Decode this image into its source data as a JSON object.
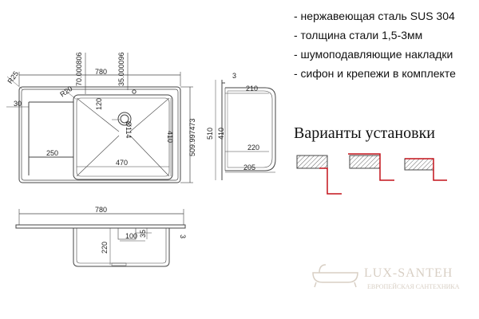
{
  "specs": [
    "- нержавеющая сталь SUS 304",
    "- толщина стали 1,5-3мм",
    "- шумоподавляющие накладки",
    "- сифон и крепежи в комплекте"
  ],
  "variants_title": "Варианты установки",
  "logo": {
    "name": "LUX-SANTEH",
    "tagline": "ЕВРОПЕЙСКАЯ САНТЕХНИКА"
  },
  "top_view": {
    "r25": "R25",
    "r20": "R20",
    "w70": "70.000806",
    "w35": "35.000096",
    "w780": "780",
    "d120": "120",
    "d114": "Ø114",
    "d30": "30",
    "d250": "250",
    "d470": "470",
    "d410": "410",
    "d509": "509.997473"
  },
  "side_view": {
    "d3": "3",
    "d210": "210",
    "d510": "510",
    "d410": "410",
    "d220": "220",
    "d205": "205"
  },
  "front_view": {
    "w780": "780",
    "d3": "3",
    "d100": "100",
    "d35": "35",
    "d220": "220"
  },
  "colors": {
    "line": "#444444",
    "accent": "#c4121a",
    "hatch": "#555555",
    "logo": "#d8cfc4"
  }
}
